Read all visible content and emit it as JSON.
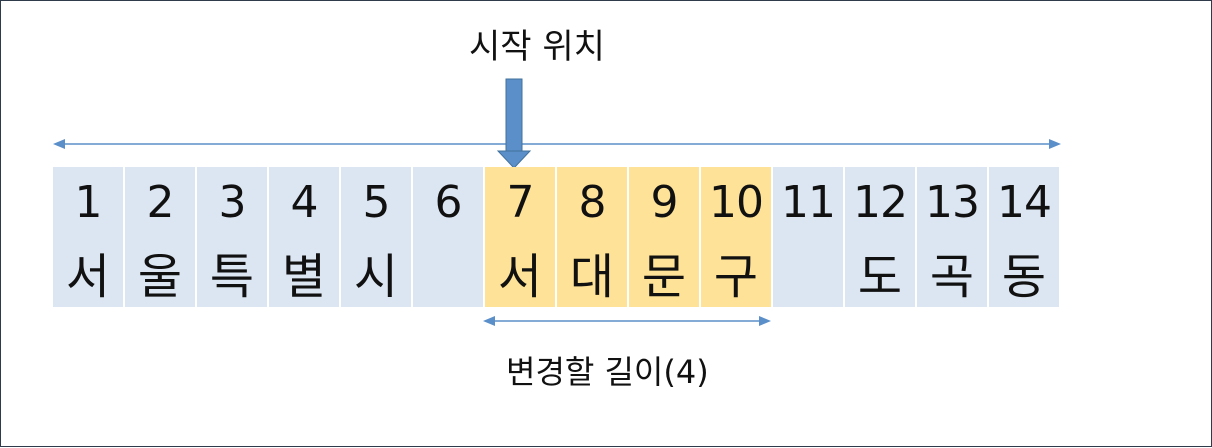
{
  "start_label": "시작 위치",
  "length_label": "변경할 길이(4)",
  "numbers": [
    "1",
    "2",
    "3",
    "4",
    "5",
    "6",
    "7",
    "8",
    "9",
    "10",
    "11",
    "12",
    "13",
    "14"
  ],
  "characters": [
    "서",
    "울",
    "특",
    "별",
    "시",
    "",
    "서",
    "대",
    "문",
    "구",
    "",
    "도",
    "곡",
    "동"
  ],
  "highlight": {
    "start_index": 7,
    "length": 4
  },
  "colors": {
    "cell": "#dce6f2",
    "highlight": "#fde297",
    "arrow": "#5b8fc9",
    "line": "#5b8fc9"
  }
}
